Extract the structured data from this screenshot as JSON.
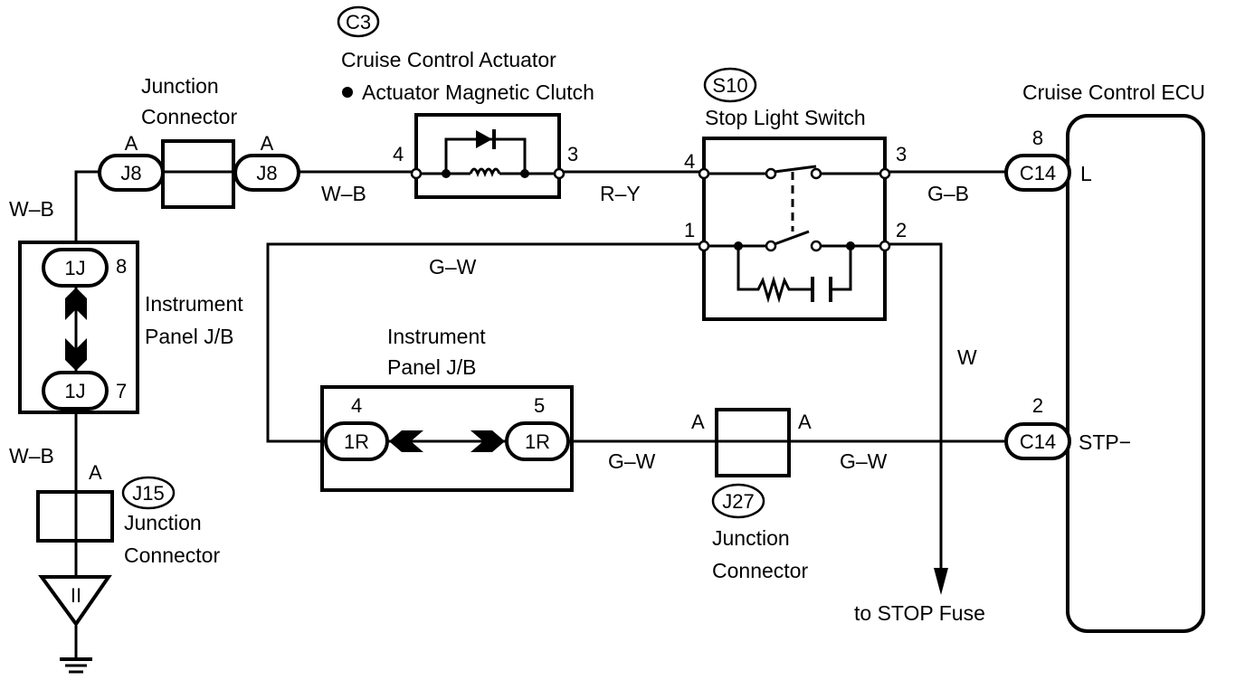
{
  "components": {
    "actuator": {
      "code": "C3",
      "title": "Cruise Control Actuator",
      "subtitle": "Actuator Magnetic Clutch",
      "pin_in": "4",
      "pin_out": "3"
    },
    "stop_light_switch": {
      "code": "S10",
      "title": "Stop Light Switch",
      "pins": {
        "tl": "4",
        "tr": "3",
        "bl": "1",
        "br": "2"
      }
    },
    "ecu": {
      "title": "Cruise Control ECU",
      "terminal_l": "L",
      "terminal_stp": "STP−"
    },
    "j8": {
      "title_line1": "Junction",
      "title_line2": "Connector",
      "left_code": "J8",
      "right_code": "J8",
      "left_pin": "A",
      "right_pin": "A"
    },
    "jb_vertical": {
      "label_line1": "Instrument",
      "label_line2": "Panel J/B",
      "top_code": "1J",
      "top_pin": "8",
      "bottom_code": "1J",
      "bottom_pin": "7"
    },
    "jb_horizontal": {
      "label_line1": "Instrument",
      "label_line2": "Panel J/B",
      "left_code": "1R",
      "left_pin": "4",
      "right_code": "1R",
      "right_pin": "5"
    },
    "j15": {
      "code": "J15",
      "title_line1": "Junction",
      "title_line2": "Connector",
      "pin": "A",
      "ground_label": "II"
    },
    "j27": {
      "code": "J27",
      "title_line1": "Junction",
      "title_line2": "Connector",
      "left_pin": "A",
      "right_pin": "A"
    },
    "c14_top": {
      "code": "C14",
      "pin": "8"
    },
    "c14_bottom": {
      "code": "C14",
      "pin": "2"
    }
  },
  "wires": {
    "wb_left_top": "W–B",
    "wb_left_bottom": "W–B",
    "wb_top": "W–B",
    "ry": "R–Y",
    "gb": "G–B",
    "gw_top": "G–W",
    "gw_mid": "G–W",
    "gw_right": "G–W",
    "w": "W"
  },
  "destinations": {
    "stop_fuse": "to STOP Fuse"
  }
}
